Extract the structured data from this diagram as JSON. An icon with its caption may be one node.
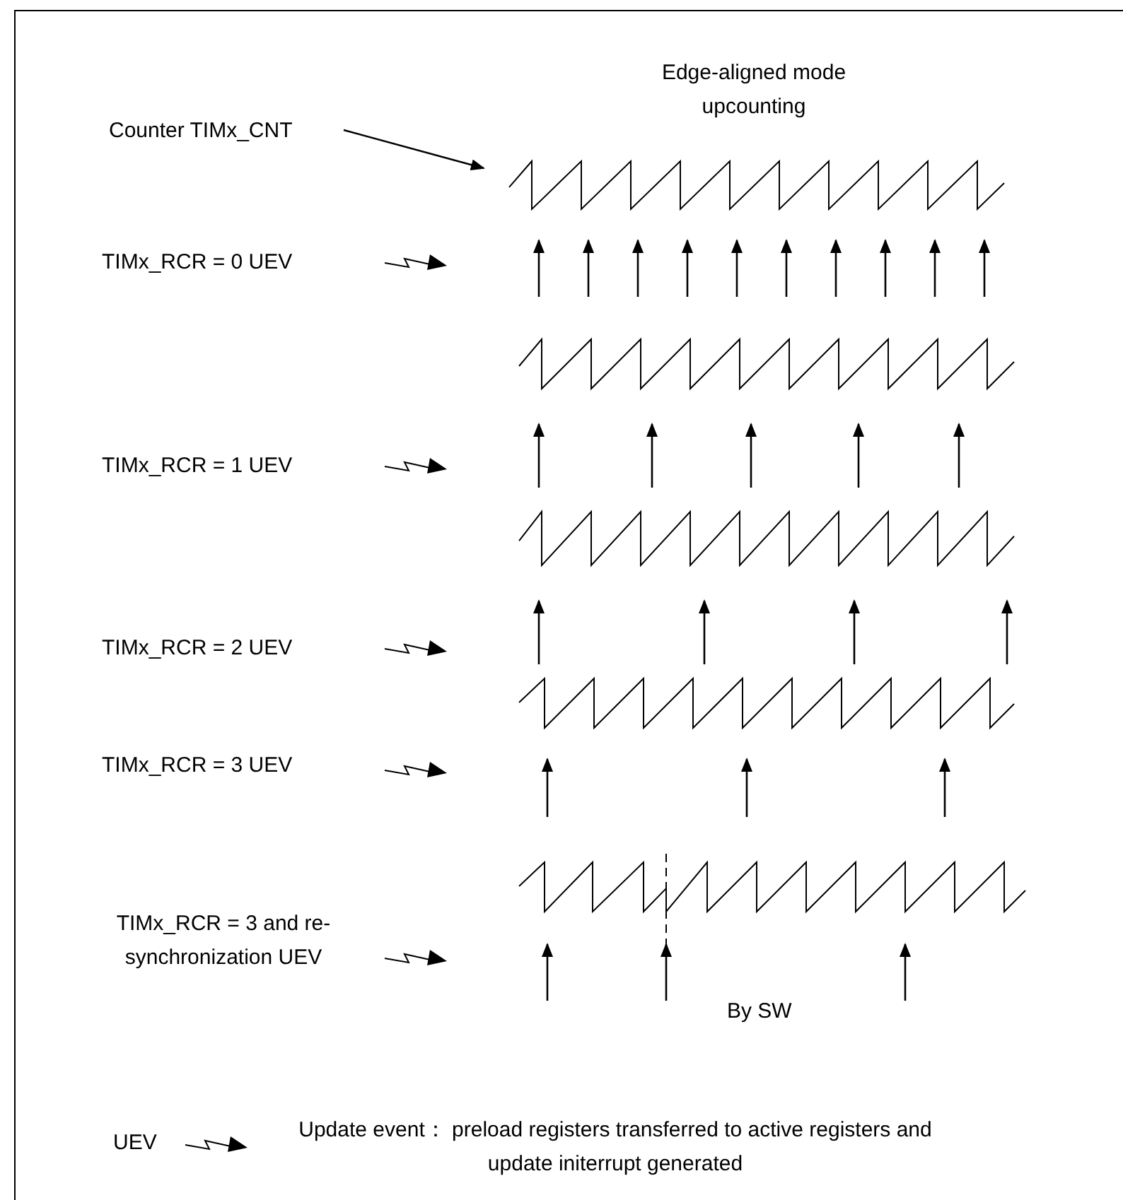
{
  "diagram": {
    "title": "Edge-aligned mode upcounting",
    "nodes": [
      {
        "text": [
          "Counter TIMx_CNT"
        ]
      },
      {
        "text": [],
        "shape": "picture"
      }
    ],
    "edges": [
      {
        "from": 0,
        "to": 1,
        "arrow": "to"
      }
    ],
    "labels": [
      "TIMx_RCR = 0 UEV",
      "TIMx_RCR = 1 UEV",
      "TIMx_RCR = 2 UEV",
      "TIMx_RCR = 3 UEV",
      "TIMx_RCR = 3 and re-synchronization UEV",
      "By SW",
      "UEV",
      "Update event： preload registers transferred to active registers and update initerrupt generated"
    ]
  }
}
